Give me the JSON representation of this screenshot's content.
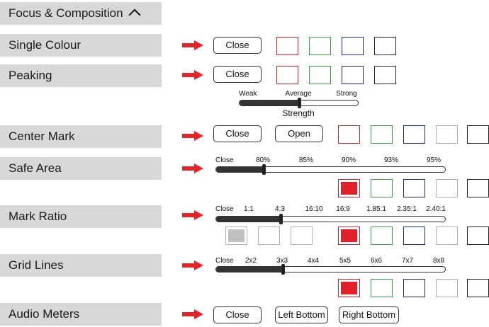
{
  "section_header": "Focus & Composition",
  "rows": {
    "single_colour": {
      "label": "Single Colour",
      "close": "Close"
    },
    "peaking": {
      "label": "Peaking",
      "close": "Close",
      "strength_caption": "Strength",
      "strength_ticks": [
        "Weak",
        "Average",
        "Strong"
      ],
      "strength_value": "Average"
    },
    "center_mark": {
      "label": "Center Mark",
      "close": "Close",
      "open": "Open"
    },
    "safe_area": {
      "label": "Safe Area",
      "ticks": [
        "Close",
        "80%",
        "85%",
        "90%",
        "93%",
        "95%"
      ],
      "value": "80%"
    },
    "mark_ratio": {
      "label": "Mark Ratio",
      "ticks": [
        "Close",
        "1:1",
        "4:3",
        "16:10",
        "16:9",
        "1.85:1",
        "2.35:1",
        "2.40:1"
      ],
      "value": "4:3"
    },
    "grid_lines": {
      "label": "Grid Lines",
      "ticks": [
        "Close",
        "2x2",
        "3x3",
        "4x4",
        "5x5",
        "6x6",
        "7x7",
        "8x8"
      ],
      "value": "3x3"
    },
    "audio_meters": {
      "label": "Audio Meters",
      "close": "Close",
      "left_bottom": "Left Bottom",
      "right_bottom": "Right Bottom"
    }
  },
  "colors": {
    "accent_red": "#e0262b",
    "swatch_red": "#d2232a",
    "swatch_green": "#3aa046",
    "swatch_blue": "#1c2a7a",
    "label_bg": "#d8d8d8"
  }
}
